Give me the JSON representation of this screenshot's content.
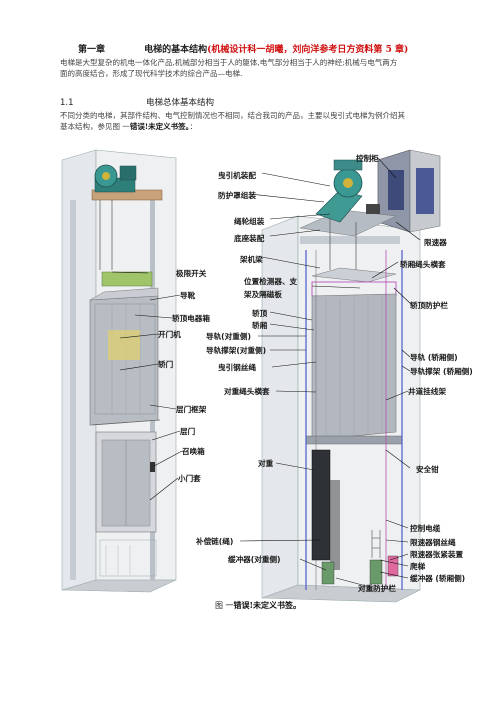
{
  "heading": {
    "chapter": "第一章",
    "title": "电梯的基本结构",
    "note": "(机械设计科一胡曦，刘向洋参考日方资料第 5 章)"
  },
  "intro": [
    "电梯是大型复杂的机电一体化产品,机械部分相当于人的躯体,电气部分相当于人的神经;机械与电气两方",
    "面的高度结合，形成了现代科学技术的综合产品—电梯."
  ],
  "section": {
    "number": "1.1",
    "title": "电梯总体基本结构"
  },
  "section_text": [
    "不同分类的电梯，其部件结构、电气控制情况也不相同，结合我司的产品，主要以曳引式电梯为例介绍其",
    "基本结构，参见图  一"
  ],
  "error_ref": "错误!未定义书签。",
  "section_text_end": "：",
  "labels": {
    "control_cabinet": "控制柜",
    "traction_assembly": "曳引机装配",
    "guard_assembly": "防护罩组装",
    "sheave_assembly": "绳轮组装",
    "base_assembly": "底座装配",
    "overspeed_governor": "限速器",
    "frame_beam": "架机梁",
    "car_rope_sleeve": "轿厢绳头横套",
    "position_detector": "位置检测器、支",
    "position_detector_2": "架及隔磁板",
    "car_guard": "轿顶防护栏",
    "limit_switch": "极限开关",
    "guide_shoe": "导靴",
    "car_top_box": "轿顶电器箱",
    "door_operator": "开门机",
    "car_door": "轿门",
    "car_top": "轿顶",
    "car_body": "轿厢",
    "guide_rail_cw": "导轨(对重侧)",
    "rail_bracket_cw": "导轨撑架(对重侧)",
    "traction_rope": "曳引钢丝绳",
    "guide_rail_car": "导轨 (轿厢侧)",
    "rail_bracket_car": "导轨撑架 (轿厢侧)",
    "cw_rope_sleeve": "对重绳头横套",
    "hoistway_cable_bracket": "井道挂线架",
    "landing_frame": "层门框架",
    "landing_door": "层门",
    "hall_call_box": "召唤箱",
    "small_door_sleeve": "小门套",
    "counterweight": "对重",
    "safety_gear": "安全钳",
    "traveling_cable": "控制电缆",
    "compensation_chain": "补偿链(绳)",
    "governor_rope": "限速器钢丝绳",
    "governor_tension": "限速器张紧装置",
    "buffer_cw": "缓冲器(对重侧)",
    "pit_ladder": "爬梯",
    "buffer_car": "缓冲器 (轿厢侧)",
    "cw_guard": "对重防护栏"
  },
  "caption": {
    "prefix": "图  一",
    "error": "错误!未定义书签。"
  },
  "colors": {
    "red": "#d01010",
    "shaft": "#d7dbe0",
    "car": "#b3b8c0",
    "machine": "#3d8c8a",
    "accent": "#b040b0"
  }
}
